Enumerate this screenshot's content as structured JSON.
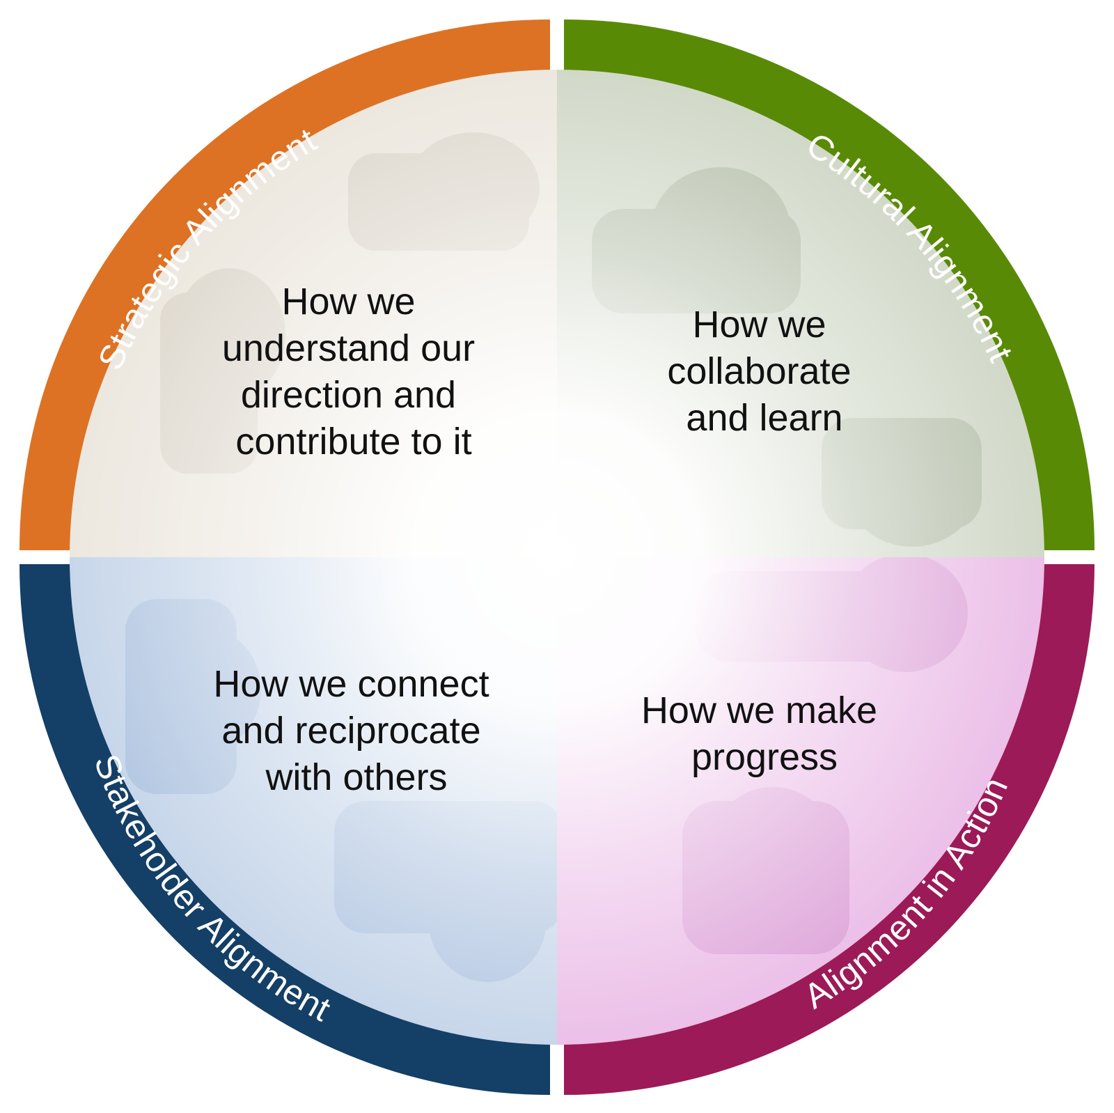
{
  "colors": {
    "strategic": "#DD7224",
    "cultural": "#598A06",
    "stakeholder": "#143F66",
    "action": "#9C1A57",
    "tint_strategic": "#E9E3D9",
    "tint_cultural": "#C9D2BF",
    "tint_stakeholder": "#BDCFE6",
    "tint_action": "#E8B4E4"
  },
  "segments": [
    {
      "key": "strategic",
      "label": "Strategic Alignment",
      "description_lines": [
        "How we",
        "understand our",
        "direction and",
        "contribute to it"
      ]
    },
    {
      "key": "cultural",
      "label": "Cultural Alignment",
      "description_lines": [
        "How we",
        "collaborate",
        "and learn"
      ]
    },
    {
      "key": "action",
      "label": "Alignment in Action",
      "description_lines": [
        "How we make",
        "progress"
      ]
    },
    {
      "key": "stakeholder",
      "label": "Stakeholder Alignment",
      "description_lines": [
        "How we connect",
        "and reciprocate",
        "with others"
      ]
    }
  ]
}
